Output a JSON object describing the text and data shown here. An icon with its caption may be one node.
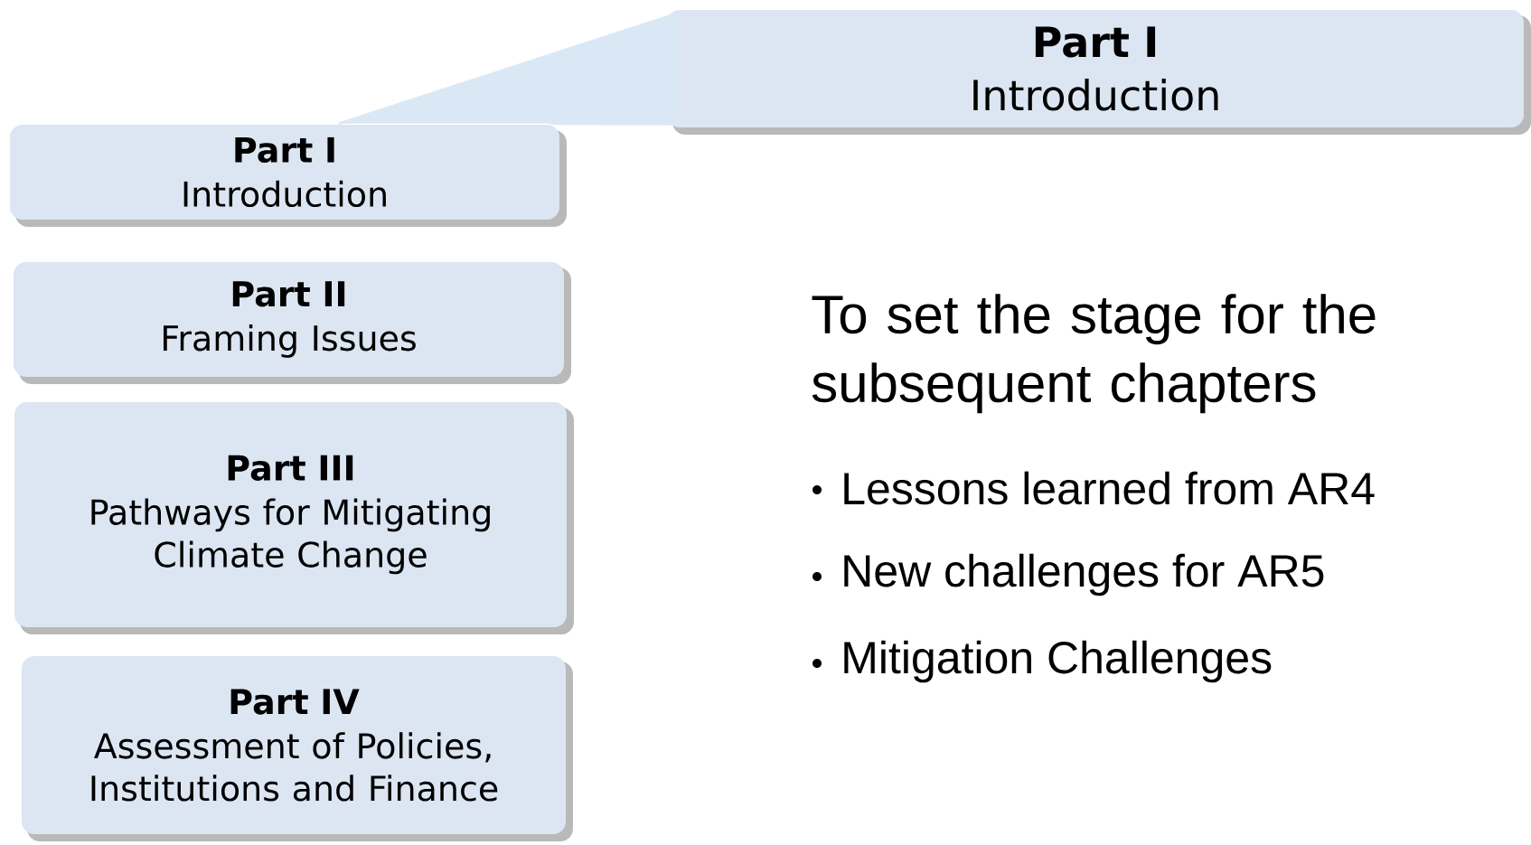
{
  "diagram": {
    "nodes": [
      {
        "text": [
          "Part I",
          "Introduction"
        ]
      },
      {
        "text": [
          "Part II",
          "Framing Issues"
        ]
      },
      {
        "text": [
          "Part III",
          "Pathways for Mitigating Climate Change"
        ]
      },
      {
        "text": [
          "Part IV",
          "Assessment of Policies, Institutions and Finance"
        ]
      },
      {
        "text": [
          "Part I",
          "Introduction"
        ]
      }
    ],
    "edges": [
      {
        "from": 0,
        "to": 4,
        "arrow": "none"
      }
    ],
    "labels": [
      "To set the stage for the subsequent chapters",
      "Lessons learned from AR4",
      "New challenges for AR5",
      "Mitigation Challenges"
    ]
  }
}
